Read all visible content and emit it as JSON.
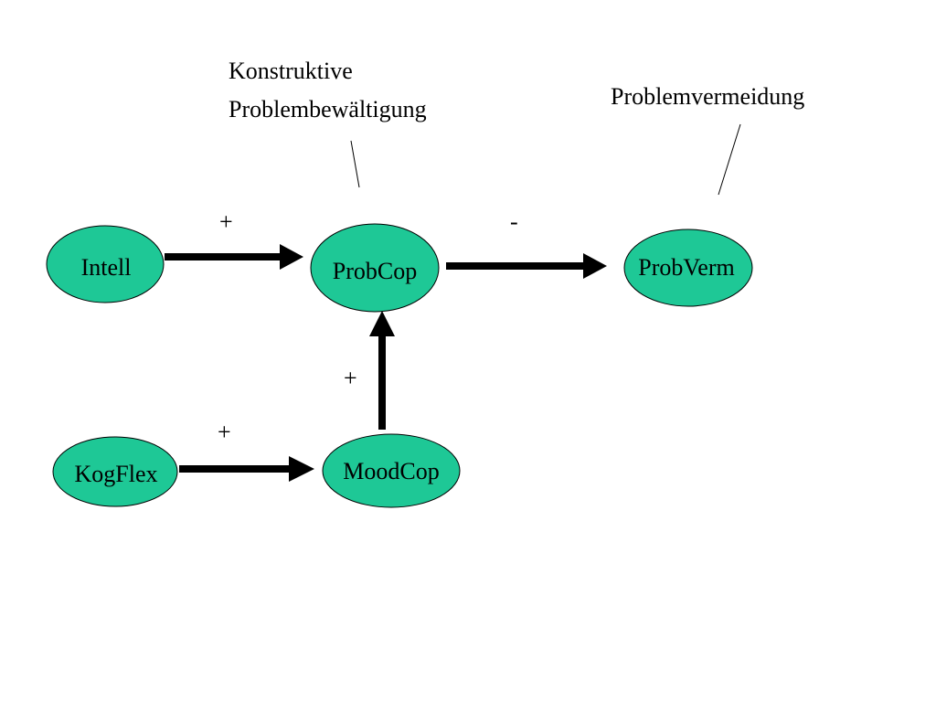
{
  "nodes": {
    "intell": "Intell",
    "probcop": "ProbCop",
    "probverm": "ProbVerm",
    "kogflex": "KogFlex",
    "moodcop": "MoodCop"
  },
  "edge_signs": {
    "intell_to_probcop": "+",
    "probcop_to_probverm": "-",
    "moodcop_to_probcop": "+",
    "kogflex_to_moodcop": "+"
  },
  "annotations": {
    "probcop_line1": "Konstruktive",
    "probcop_line2": "Problembewältigung",
    "probverm": "Problemvermeidung"
  },
  "colors": {
    "node_fill": "#1ec896",
    "node_stroke": "#000000",
    "edge": "#000000"
  }
}
